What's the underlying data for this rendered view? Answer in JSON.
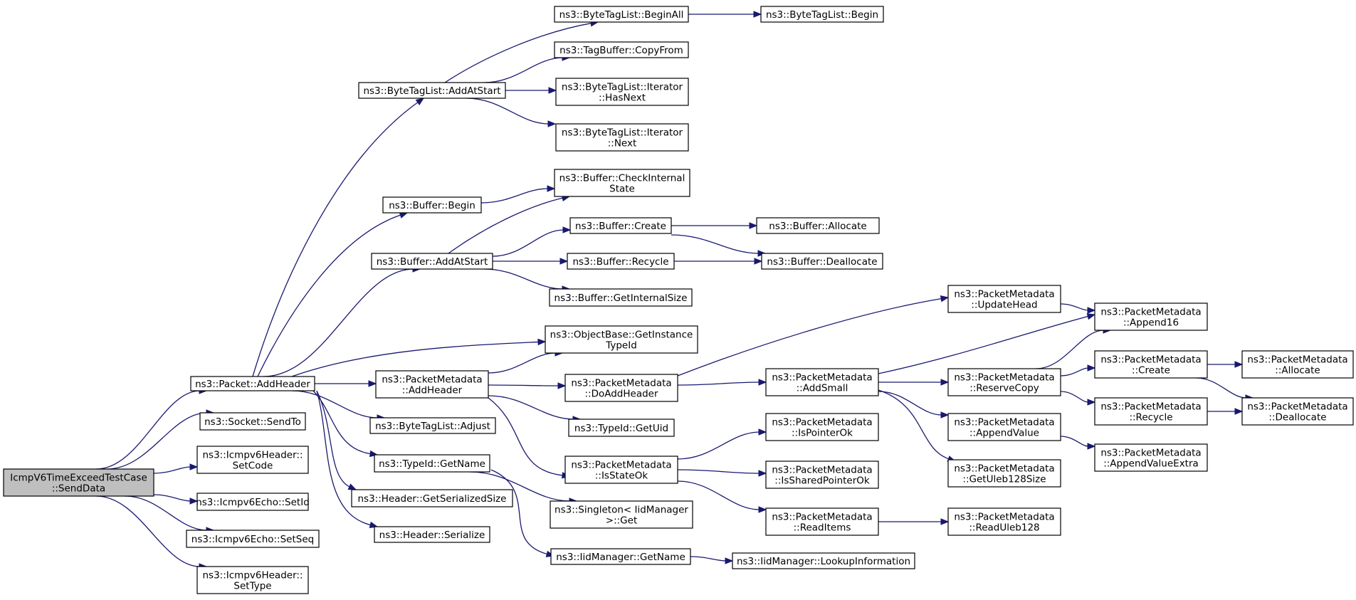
{
  "graph": {
    "nodes": [
      {
        "id": "root",
        "lines": [
          "IcmpV6TimeExceedTestCase",
          "::SendData"
        ],
        "root": true
      },
      {
        "id": "pkt_addheader",
        "lines": [
          "ns3::Packet::AddHeader"
        ]
      },
      {
        "id": "socket_sendto",
        "lines": [
          "ns3::Socket::SendTo"
        ]
      },
      {
        "id": "icmp_setcode",
        "lines": [
          "ns3::Icmpv6Header::",
          "SetCode"
        ]
      },
      {
        "id": "echo_setid",
        "lines": [
          "ns3::Icmpv6Echo::SetId"
        ]
      },
      {
        "id": "echo_setseq",
        "lines": [
          "ns3::Icmpv6Echo::SetSeq"
        ]
      },
      {
        "id": "icmp_settype",
        "lines": [
          "ns3::Icmpv6Header::",
          "SetType"
        ]
      },
      {
        "id": "btl_addatstart",
        "lines": [
          "ns3::ByteTagList::AddAtStart"
        ]
      },
      {
        "id": "buf_begin",
        "lines": [
          "ns3::Buffer::Begin"
        ]
      },
      {
        "id": "buf_addatstart",
        "lines": [
          "ns3::Buffer::AddAtStart"
        ]
      },
      {
        "id": "obj_getinstance",
        "lines": [
          "ns3::ObjectBase::GetInstance",
          "TypeId"
        ]
      },
      {
        "id": "pm_addheader",
        "lines": [
          "ns3::PacketMetadata",
          "::AddHeader"
        ]
      },
      {
        "id": "btl_adjust",
        "lines": [
          "ns3::ByteTagList::Adjust"
        ]
      },
      {
        "id": "typeid_getname",
        "lines": [
          "ns3::TypeId::GetName"
        ]
      },
      {
        "id": "hdr_getser",
        "lines": [
          "ns3::Header::GetSerializedSize"
        ]
      },
      {
        "id": "hdr_serialize",
        "lines": [
          "ns3::Header::Serialize"
        ]
      },
      {
        "id": "btl_beginall",
        "lines": [
          "ns3::ByteTagList::BeginAll"
        ]
      },
      {
        "id": "tagbuf_copyfrom",
        "lines": [
          "ns3::TagBuffer::CopyFrom"
        ]
      },
      {
        "id": "btl_hasnext",
        "lines": [
          "ns3::ByteTagList::Iterator",
          "::HasNext"
        ]
      },
      {
        "id": "btl_next",
        "lines": [
          "ns3::ByteTagList::Iterator",
          "::Next"
        ]
      },
      {
        "id": "buf_checkinternal",
        "lines": [
          "ns3::Buffer::CheckInternal",
          "State"
        ]
      },
      {
        "id": "buf_create",
        "lines": [
          "ns3::Buffer::Create"
        ]
      },
      {
        "id": "buf_recycle",
        "lines": [
          "ns3::Buffer::Recycle"
        ]
      },
      {
        "id": "buf_getinternalsize",
        "lines": [
          "ns3::Buffer::GetInternalSize"
        ]
      },
      {
        "id": "pm_doaddheader",
        "lines": [
          "ns3::PacketMetadata",
          "::DoAddHeader"
        ]
      },
      {
        "id": "typeid_getuid",
        "lines": [
          "ns3::TypeId::GetUid"
        ]
      },
      {
        "id": "pm_isstateok",
        "lines": [
          "ns3::PacketMetadata",
          "::IsStateOk"
        ]
      },
      {
        "id": "singleton_get",
        "lines": [
          "ns3::Singleton< IidManager",
          ">::Get"
        ]
      },
      {
        "id": "iid_getname",
        "lines": [
          "ns3::IidManager::GetName"
        ]
      },
      {
        "id": "btl_begin",
        "lines": [
          "ns3::ByteTagList::Begin"
        ]
      },
      {
        "id": "buf_allocate",
        "lines": [
          "ns3::Buffer::Allocate"
        ]
      },
      {
        "id": "buf_deallocate",
        "lines": [
          "ns3::Buffer::Deallocate"
        ]
      },
      {
        "id": "pm_updatehead",
        "lines": [
          "ns3::PacketMetadata",
          "::UpdateHead"
        ]
      },
      {
        "id": "pm_addsmall",
        "lines": [
          "ns3::PacketMetadata",
          "::AddSmall"
        ]
      },
      {
        "id": "pm_ispointerok",
        "lines": [
          "ns3::PacketMetadata",
          "::IsPointerOk"
        ]
      },
      {
        "id": "pm_issharedpointerok",
        "lines": [
          "ns3::PacketMetadata",
          "::IsSharedPointerOk"
        ]
      },
      {
        "id": "pm_readitems",
        "lines": [
          "ns3::PacketMetadata",
          "::ReadItems"
        ]
      },
      {
        "id": "iid_lookupinfo",
        "lines": [
          "ns3::IidManager::LookupInformation"
        ]
      },
      {
        "id": "pm_reservecopy",
        "lines": [
          "ns3::PacketMetadata",
          "::ReserveCopy"
        ]
      },
      {
        "id": "pm_appendvalue",
        "lines": [
          "ns3::PacketMetadata",
          "::AppendValue"
        ]
      },
      {
        "id": "pm_getuleb",
        "lines": [
          "ns3::PacketMetadata",
          "::GetUleb128Size"
        ]
      },
      {
        "id": "pm_readuleb",
        "lines": [
          "ns3::PacketMetadata",
          "::ReadUleb128"
        ]
      },
      {
        "id": "pm_append16",
        "lines": [
          "ns3::PacketMetadata",
          "::Append16"
        ]
      },
      {
        "id": "pm_create",
        "lines": [
          "ns3::PacketMetadata",
          "::Create"
        ]
      },
      {
        "id": "pm_recycle",
        "lines": [
          "ns3::PacketMetadata",
          "::Recycle"
        ]
      },
      {
        "id": "pm_appendvalueextra",
        "lines": [
          "ns3::PacketMetadata",
          "::AppendValueExtra"
        ]
      },
      {
        "id": "pm_allocate",
        "lines": [
          "ns3::PacketMetadata",
          "::Allocate"
        ]
      },
      {
        "id": "pm_deallocate",
        "lines": [
          "ns3::PacketMetadata",
          "::Deallocate"
        ]
      }
    ],
    "edges": [
      {
        "from": "root",
        "to": "pkt_addheader"
      },
      {
        "from": "root",
        "to": "socket_sendto"
      },
      {
        "from": "root",
        "to": "icmp_setcode"
      },
      {
        "from": "root",
        "to": "echo_setid"
      },
      {
        "from": "root",
        "to": "echo_setseq"
      },
      {
        "from": "root",
        "to": "icmp_settype"
      },
      {
        "from": "pkt_addheader",
        "to": "btl_addatstart"
      },
      {
        "from": "pkt_addheader",
        "to": "buf_begin"
      },
      {
        "from": "pkt_addheader",
        "to": "buf_addatstart"
      },
      {
        "from": "pkt_addheader",
        "to": "obj_getinstance"
      },
      {
        "from": "pkt_addheader",
        "to": "pm_addheader"
      },
      {
        "from": "pkt_addheader",
        "to": "btl_adjust"
      },
      {
        "from": "pkt_addheader",
        "to": "typeid_getname"
      },
      {
        "from": "pkt_addheader",
        "to": "hdr_getser"
      },
      {
        "from": "pkt_addheader",
        "to": "hdr_serialize"
      },
      {
        "from": "btl_addatstart",
        "to": "btl_beginall"
      },
      {
        "from": "btl_addatstart",
        "to": "tagbuf_copyfrom"
      },
      {
        "from": "btl_addatstart",
        "to": "btl_hasnext"
      },
      {
        "from": "btl_addatstart",
        "to": "btl_next"
      },
      {
        "from": "btl_beginall",
        "to": "btl_begin"
      },
      {
        "from": "buf_begin",
        "to": "buf_checkinternal"
      },
      {
        "from": "buf_addatstart",
        "to": "buf_checkinternal"
      },
      {
        "from": "buf_addatstart",
        "to": "buf_create"
      },
      {
        "from": "buf_addatstart",
        "to": "buf_recycle"
      },
      {
        "from": "buf_addatstart",
        "to": "buf_getinternalsize"
      },
      {
        "from": "buf_create",
        "to": "buf_allocate"
      },
      {
        "from": "buf_create",
        "to": "buf_deallocate"
      },
      {
        "from": "buf_recycle",
        "to": "buf_deallocate"
      },
      {
        "from": "pm_addheader",
        "to": "obj_getinstance"
      },
      {
        "from": "pm_addheader",
        "to": "pm_doaddheader"
      },
      {
        "from": "pm_addheader",
        "to": "typeid_getuid"
      },
      {
        "from": "pm_addheader",
        "to": "pm_isstateok"
      },
      {
        "from": "typeid_getname",
        "to": "singleton_get"
      },
      {
        "from": "typeid_getname",
        "to": "iid_getname"
      },
      {
        "from": "iid_getname",
        "to": "iid_lookupinfo"
      },
      {
        "from": "pm_doaddheader",
        "to": "pm_updatehead"
      },
      {
        "from": "pm_doaddheader",
        "to": "pm_addsmall"
      },
      {
        "from": "pm_isstateok",
        "to": "pm_ispointerok"
      },
      {
        "from": "pm_isstateok",
        "to": "pm_issharedpointerok"
      },
      {
        "from": "pm_isstateok",
        "to": "pm_readitems"
      },
      {
        "from": "pm_readitems",
        "to": "pm_readuleb"
      },
      {
        "from": "pm_updatehead",
        "to": "pm_append16"
      },
      {
        "from": "pm_addsmall",
        "to": "pm_append16"
      },
      {
        "from": "pm_addsmall",
        "to": "pm_reservecopy"
      },
      {
        "from": "pm_addsmall",
        "to": "pm_appendvalue"
      },
      {
        "from": "pm_addsmall",
        "to": "pm_getuleb"
      },
      {
        "from": "pm_reservecopy",
        "to": "pm_append16"
      },
      {
        "from": "pm_reservecopy",
        "to": "pm_create"
      },
      {
        "from": "pm_reservecopy",
        "to": "pm_recycle"
      },
      {
        "from": "pm_appendvalue",
        "to": "pm_appendvalueextra"
      },
      {
        "from": "pm_create",
        "to": "pm_allocate"
      },
      {
        "from": "pm_create",
        "to": "pm_deallocate"
      },
      {
        "from": "pm_recycle",
        "to": "pm_deallocate"
      }
    ]
  }
}
